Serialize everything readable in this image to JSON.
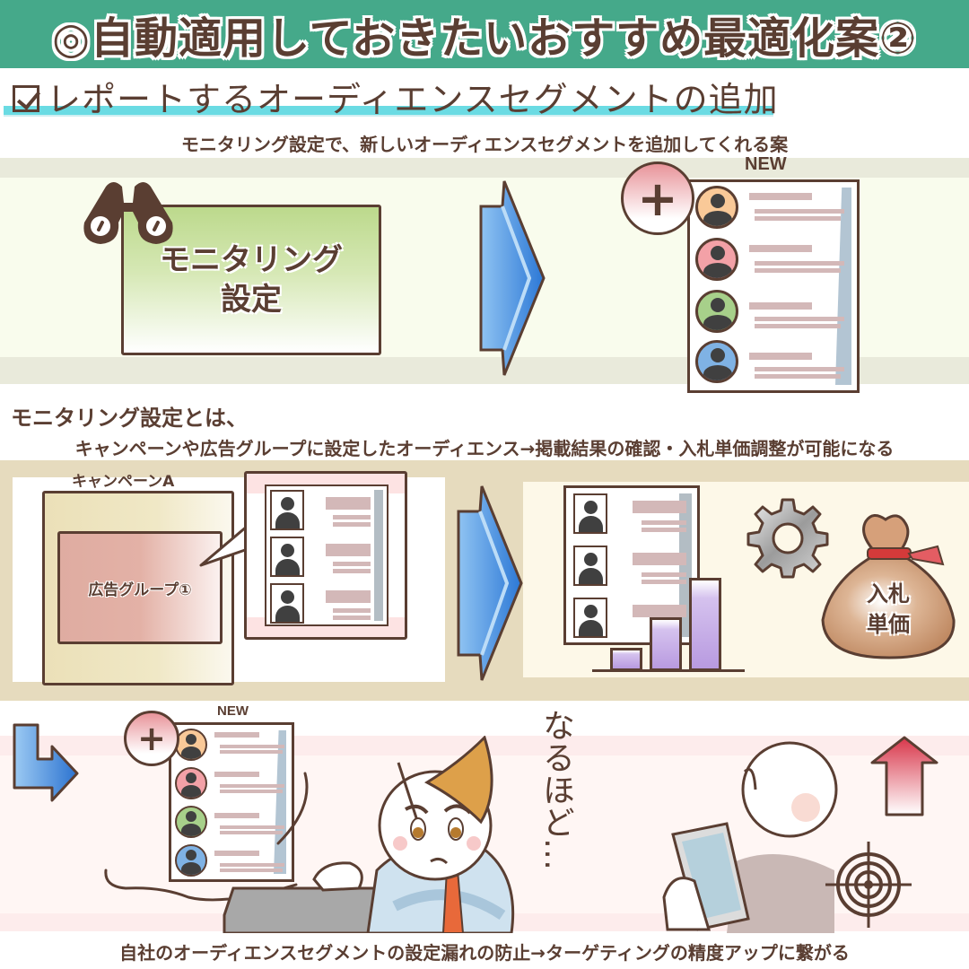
{
  "header": {
    "title": "◎自動適用しておきたいおすすめ最適化案②",
    "background_color": "#45a98a"
  },
  "subtitle": {
    "checkbox_icon": "checkbox-checked-icon",
    "text": "レポートするオーディエンスセグメントの追加",
    "underline_color": "#6adbe3"
  },
  "section1": {
    "caption": "モニタリング設定で、新しいオーディエンスセグメントを追加してくれる案",
    "monitoring_box": {
      "line1": "モニタリング",
      "line2": "設定",
      "icon": "binoculars-icon"
    },
    "arrow_icon": "arrow-right-icon",
    "new_label": "NEW",
    "plus_icon": "plus-icon",
    "audience_list": {
      "avatar_colors": [
        "#f9c998",
        "#f3a1a7",
        "#a7d08a",
        "#7fb2e4"
      ]
    }
  },
  "section2": {
    "heading": "モニタリング設定とは、",
    "caption": "キャンペーンや広告グループに設定したオーディエンス→掲載結果の確認・入札単価調整が可能になる",
    "campaign_label": "キャンペーンA",
    "adgroup_label": "広告グループ①",
    "bag_label_line1": "入札",
    "bag_label_line2": "単価",
    "icons": [
      "person-photo-icon",
      "arrow-right-icon",
      "bar-chart-icon",
      "gear-icon",
      "money-bag-icon"
    ]
  },
  "section3": {
    "new_label": "NEW",
    "plus_icon": "plus-icon",
    "turn_arrow_icon": "turn-right-arrow-icon",
    "speech": "なるほど…",
    "up_arrow_icon": "arrow-up-icon",
    "target_icon": "target-icon",
    "caption": "自社のオーディエンスセグメントの設定漏れの防止→ターゲティングの精度アップに繋がる"
  },
  "colors": {
    "text_brown": "#5a3e32",
    "band1_bg": "#e9eadb",
    "band2_bg": "#e6dbbe",
    "band3_bg": "#fdecec"
  }
}
